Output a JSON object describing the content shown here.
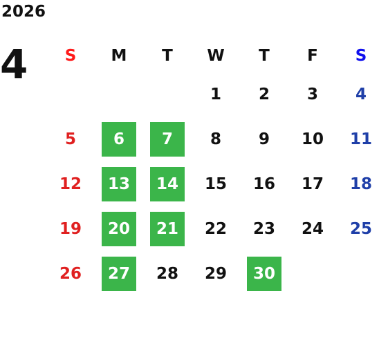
{
  "year": "2026",
  "month": "4",
  "weekdays": [
    "S",
    "M",
    "T",
    "W",
    "T",
    "F",
    "S"
  ],
  "weeks": [
    [
      {
        "d": ""
      },
      {
        "d": ""
      },
      {
        "d": ""
      },
      {
        "d": "1"
      },
      {
        "d": "2"
      },
      {
        "d": "3"
      },
      {
        "d": "4"
      }
    ],
    [
      {
        "d": "5"
      },
      {
        "d": "6",
        "hl": true
      },
      {
        "d": "7",
        "hl": true
      },
      {
        "d": "8"
      },
      {
        "d": "9"
      },
      {
        "d": "10"
      },
      {
        "d": "11"
      }
    ],
    [
      {
        "d": "12"
      },
      {
        "d": "13",
        "hl": true
      },
      {
        "d": "14",
        "hl": true
      },
      {
        "d": "15"
      },
      {
        "d": "16"
      },
      {
        "d": "17"
      },
      {
        "d": "18"
      }
    ],
    [
      {
        "d": "19"
      },
      {
        "d": "20",
        "hl": true
      },
      {
        "d": "21",
        "hl": true
      },
      {
        "d": "22"
      },
      {
        "d": "23"
      },
      {
        "d": "24"
      },
      {
        "d": "25"
      }
    ],
    [
      {
        "d": "26"
      },
      {
        "d": "27",
        "hl": true
      },
      {
        "d": "28"
      },
      {
        "d": "29"
      },
      {
        "d": "30",
        "hl": true
      },
      {
        "d": ""
      },
      {
        "d": ""
      }
    ]
  ],
  "colors": {
    "highlight": "#3bb54a",
    "sunday": "#e02020",
    "saturday": "#1f3fa8"
  }
}
